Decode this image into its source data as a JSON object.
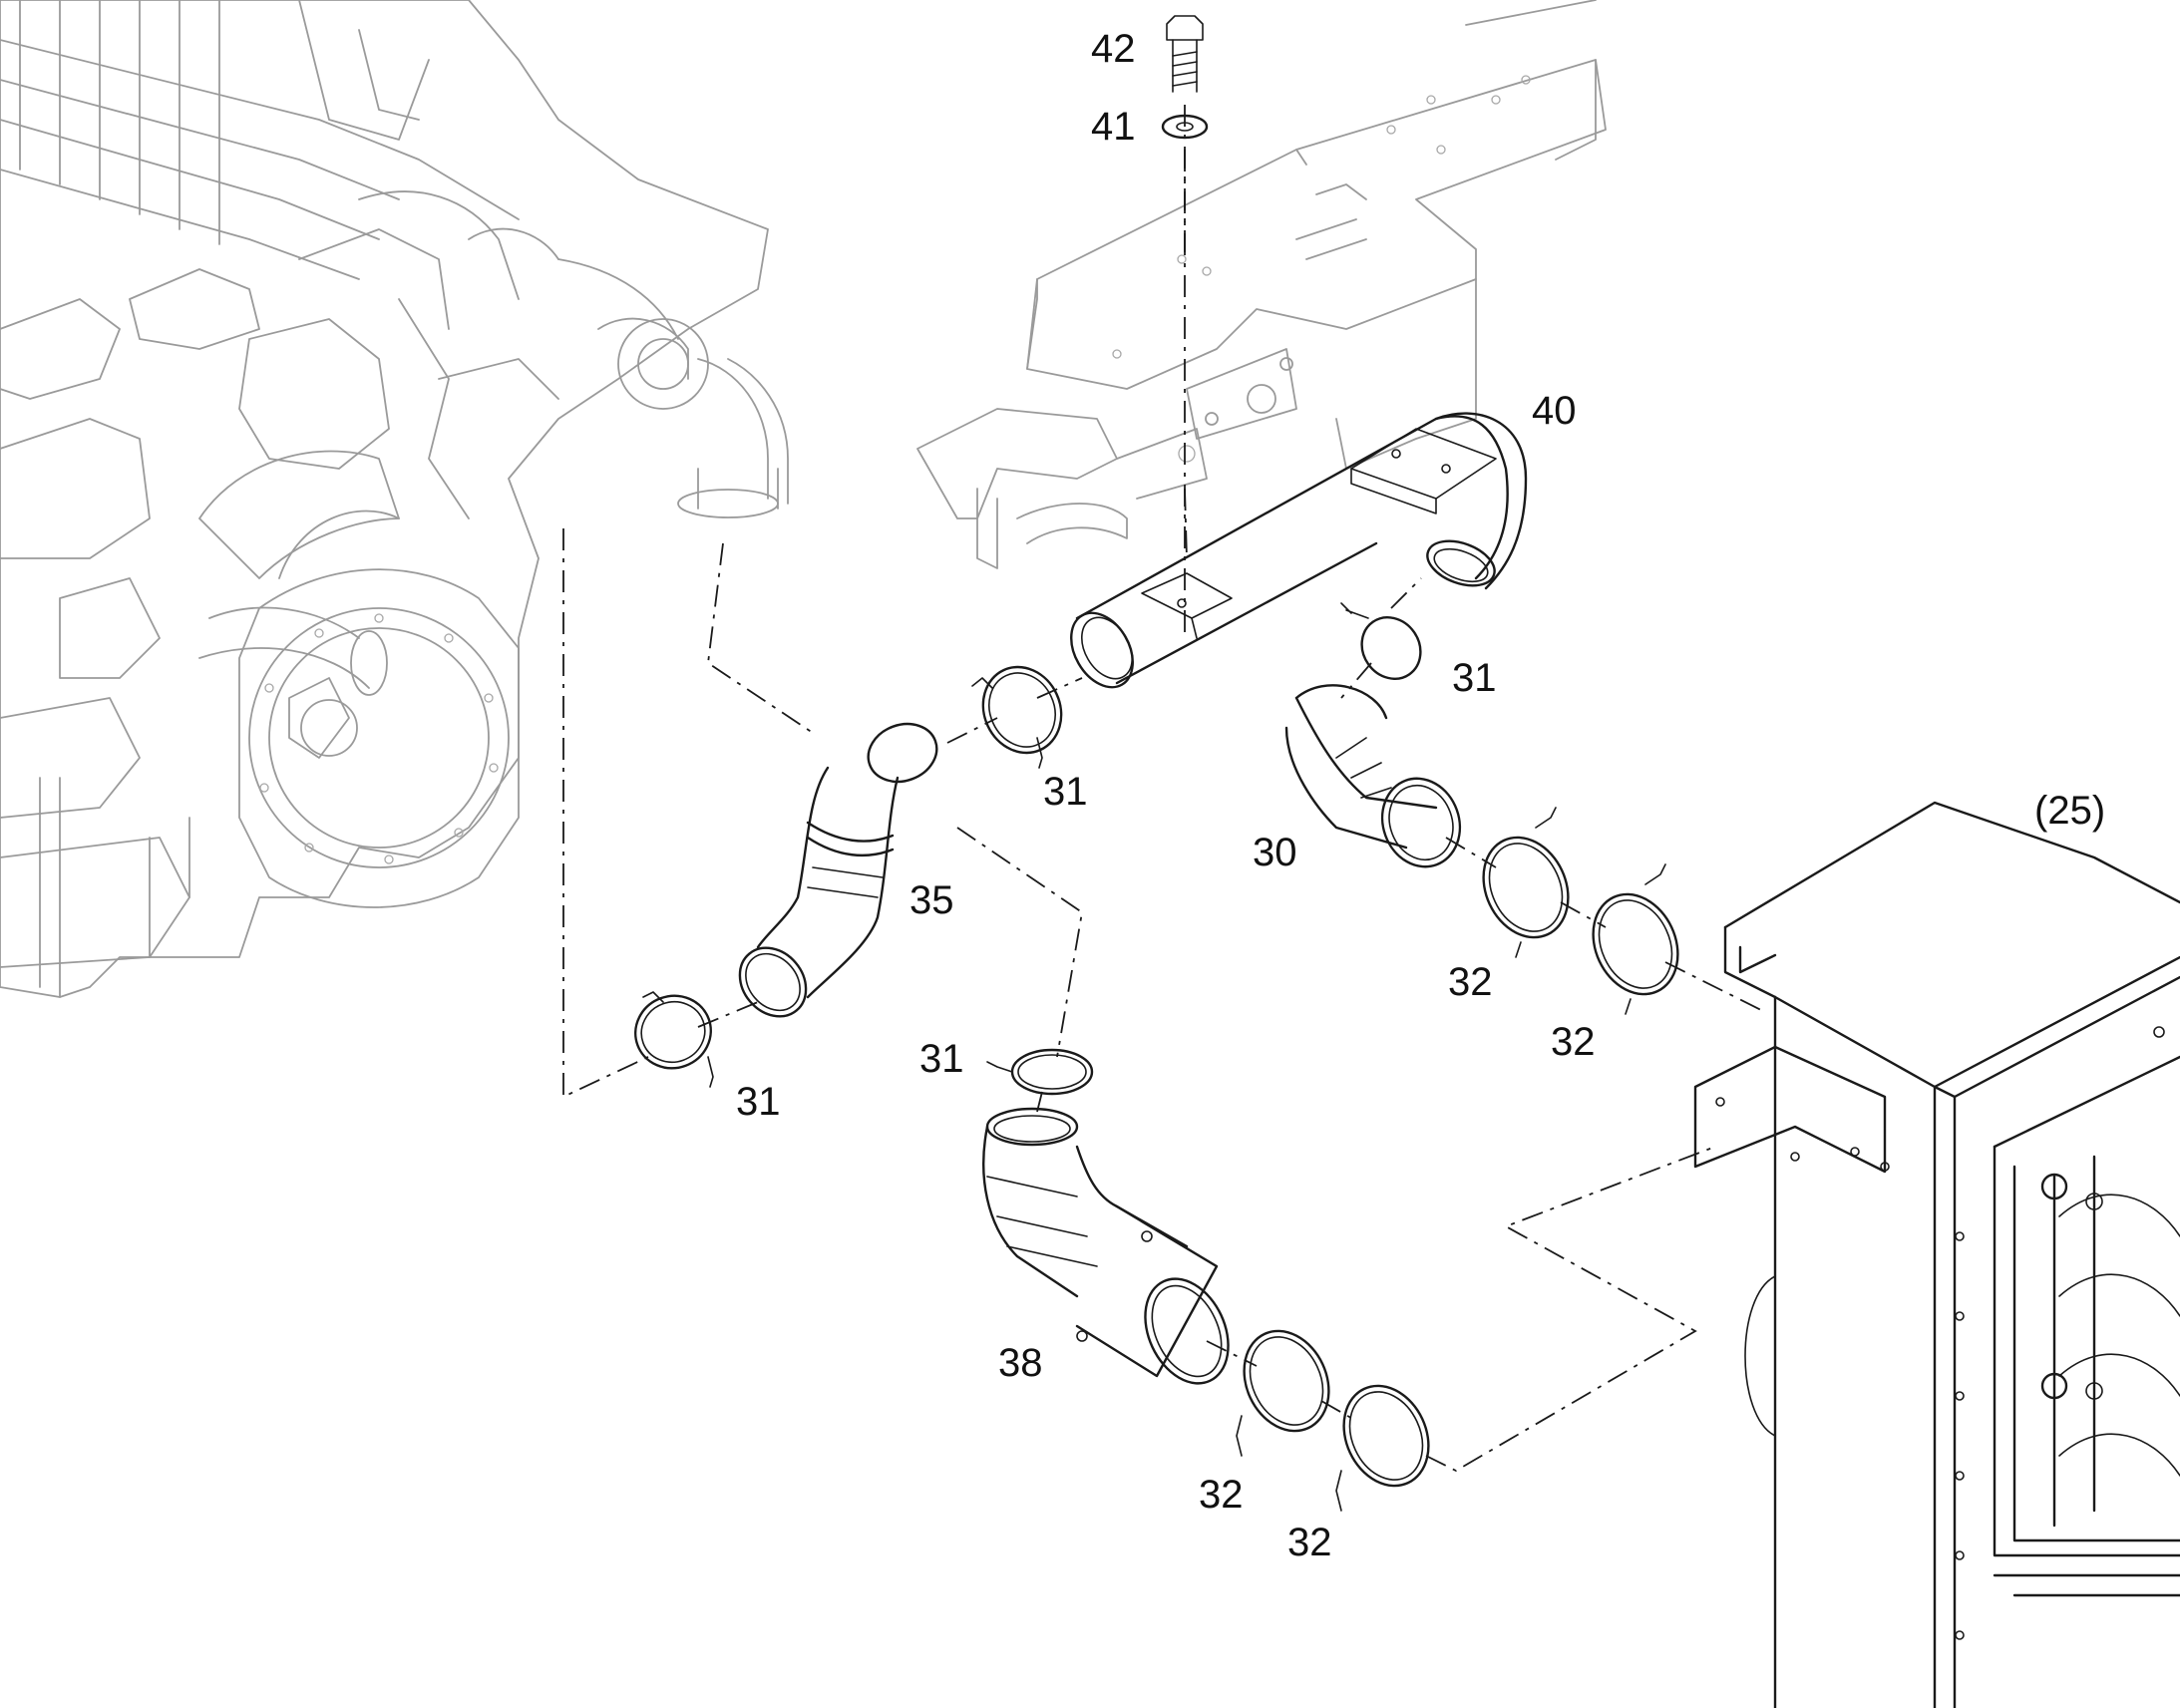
{
  "diagram": {
    "labels": {
      "p42": "42",
      "p41": "41",
      "p40": "40",
      "p31_a": "31",
      "p31_b": "31",
      "p31_c": "31",
      "p31_d": "31",
      "p30": "30",
      "p35": "35",
      "p25": "(25)",
      "p32_a": "32",
      "p32_b": "32",
      "p32_c": "32",
      "p32_d": "32",
      "p38": "38"
    },
    "colors": {
      "line": "#1a1a1a",
      "context": "#9a9a9a",
      "background": "#ffffff"
    }
  }
}
